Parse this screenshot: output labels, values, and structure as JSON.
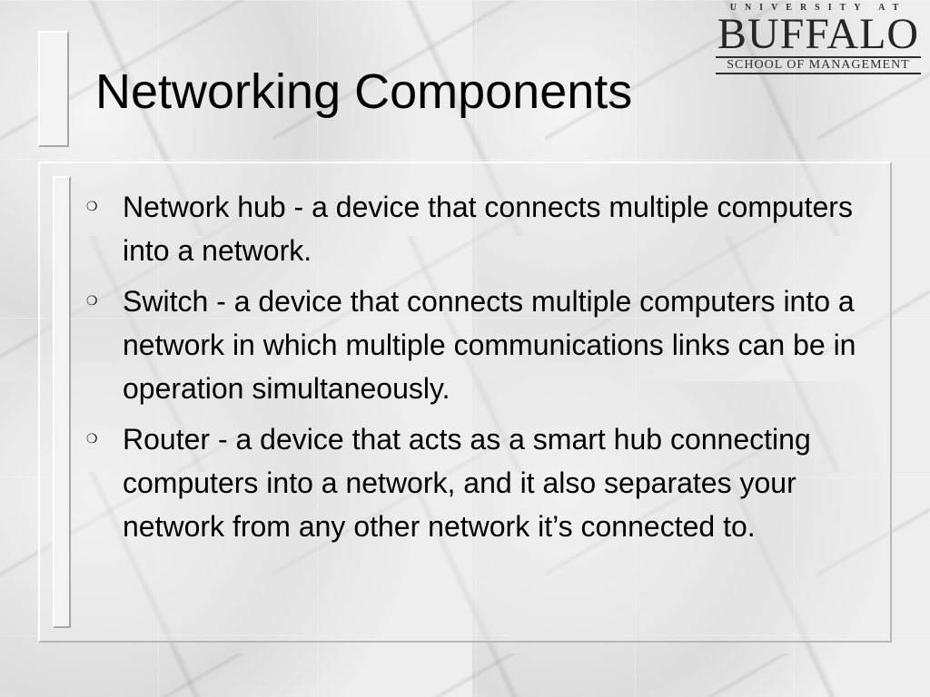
{
  "slide": {
    "title": "Networking Components",
    "bullet_symbol": "❍",
    "bullets": [
      "Network hub - a device that connects multiple computers into a network.",
      "Switch - a device that connects multiple computers into a network in which multiple communications links can be in operation simultaneously.",
      "Router - a device that acts as a smart hub connecting computers into a network, and it also separates your network from any other network it’s connected to."
    ]
  },
  "logo": {
    "university": "UNIVERSITY AT",
    "name": "BUFFALO",
    "school": "SCHOOL OF MANAGEMENT"
  },
  "colors": {
    "text": "#000000",
    "background": "#e6e6e6",
    "logo": "#2e2e2e"
  }
}
